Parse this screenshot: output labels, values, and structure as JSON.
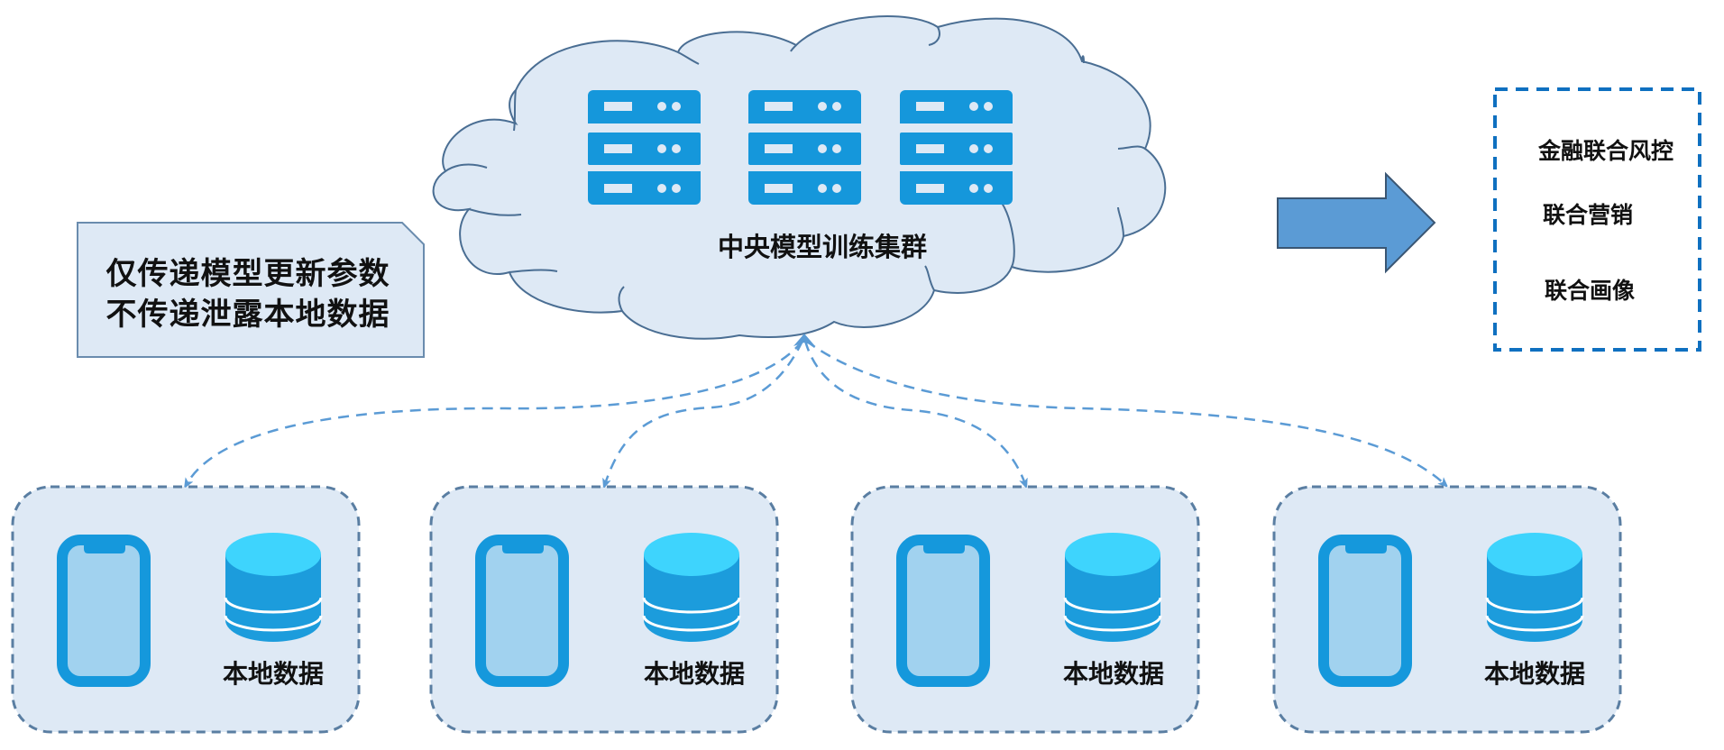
{
  "central": {
    "label": "中央模型训练集群",
    "server_count": 3,
    "icon": "server-rack-icon"
  },
  "note": {
    "lines": [
      "仅传递模型更新参数",
      "不传递泄露本地数据"
    ]
  },
  "output_arrow": {
    "icon": "right-arrow-icon"
  },
  "use_cases": {
    "items": [
      "金融联合风控",
      "联合营销",
      "联合画像"
    ]
  },
  "clients": [
    {
      "label": "本地数据",
      "device_icon": "smartphone-icon",
      "data_icon": "database-icon"
    },
    {
      "label": "本地数据",
      "device_icon": "smartphone-icon",
      "data_icon": "database-icon"
    },
    {
      "label": "本地数据",
      "device_icon": "smartphone-icon",
      "data_icon": "database-icon"
    },
    {
      "label": "本地数据",
      "device_icon": "smartphone-icon",
      "data_icon": "database-icon"
    }
  ],
  "colors": {
    "cloud_fill": "#DEE9F5",
    "cloud_stroke": "#4A6E93",
    "server_blue": "#1597DB",
    "connector_blue": "#5B9BD5",
    "arrow_fill": "#5B9BD5",
    "arrow_stroke": "#3A5673",
    "usecase_border": "#0F70C0",
    "client_fill": "#DEE9F5",
    "client_stroke": "#5A7EA2",
    "phone_frame": "#1598DC",
    "phone_screen": "#A1D2EF",
    "db_top": "#3ED4FD",
    "db_body": "#1C9CDC"
  }
}
